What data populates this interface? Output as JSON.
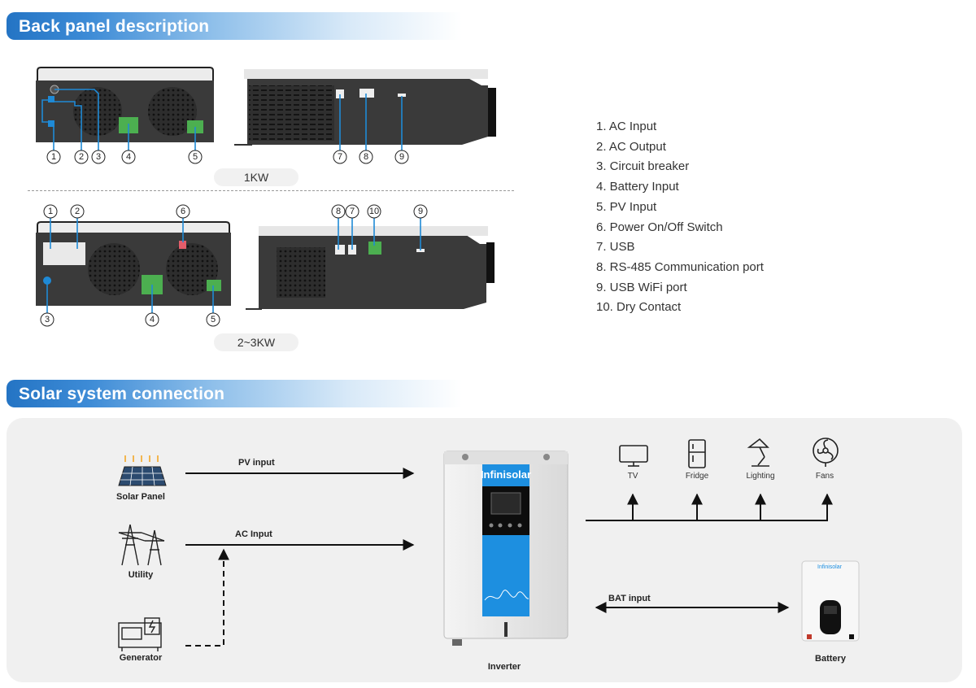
{
  "sections": {
    "back_panel_title": "Back panel description",
    "solar_title": "Solar system connection"
  },
  "models": {
    "small": "1KW",
    "large": "2~3KW"
  },
  "callouts": {
    "n1": "1",
    "n2": "2",
    "n3": "3",
    "n4": "4",
    "n5": "5",
    "n6": "6",
    "n7": "7",
    "n8": "8",
    "n9": "9",
    "n10": "10"
  },
  "legend": [
    "1.   AC Input",
    "2.   AC Output",
    "3.   Circuit breaker",
    "4.   Battery Input",
    "5.   PV Input",
    "6.   Power On/Off Switch",
    "7.   USB",
    "8.   RS-485 Communication port",
    "9.   USB WiFi port",
    "10. Dry Contact"
  ],
  "diagram": {
    "solar_panel": "Solar Panel",
    "utility": "Utility",
    "generator": "Generator",
    "pv_input": "PV input",
    "ac_input": "AC Input",
    "bat_input": "BAT input",
    "inverter": "Inverter",
    "battery": "Battery",
    "tv": "TV",
    "fridge": "Fridge",
    "lighting": "Lighting",
    "fans": "Fans",
    "brand": "Infinisolar"
  },
  "colors": {
    "banner": "#2474c4",
    "callout_line": "#1f8ad6",
    "inverter_blue": "#1d8fe0",
    "terminal_green": "#4caf50"
  }
}
